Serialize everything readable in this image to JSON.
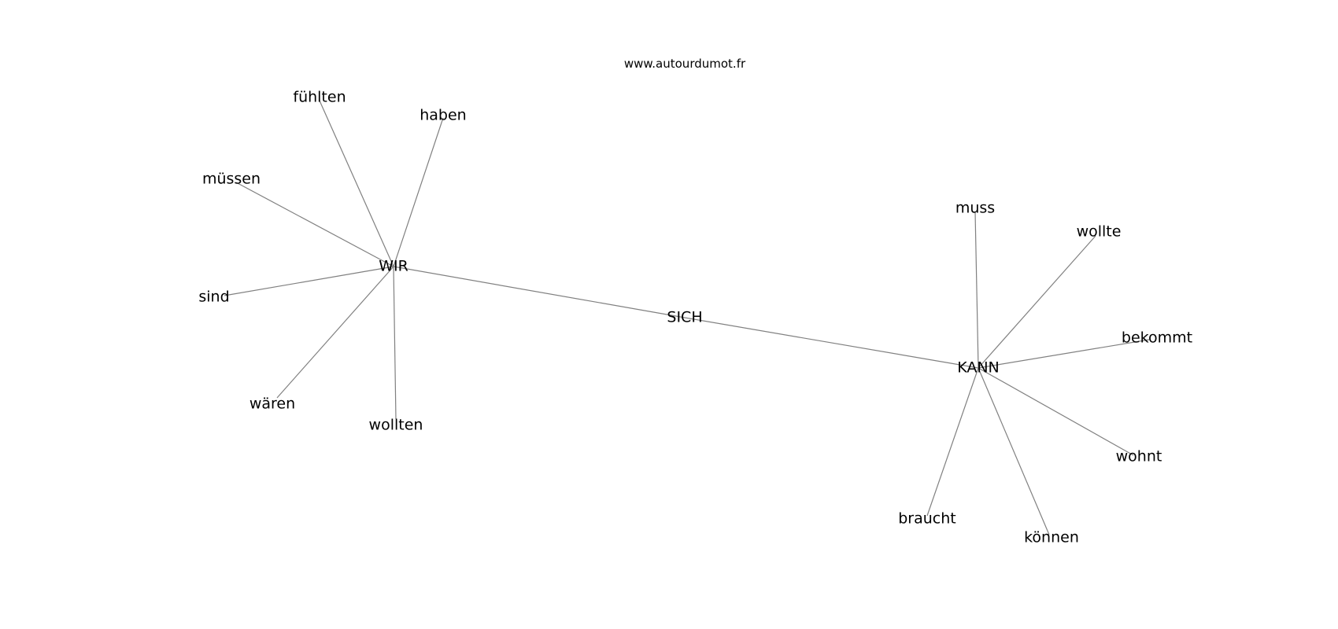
{
  "watermark": "www.autourdumot.fr",
  "graph": {
    "nodes": [
      {
        "id": "sich",
        "label": "SICH"
      },
      {
        "id": "wir",
        "label": "WIR"
      },
      {
        "id": "kann",
        "label": "KANN"
      },
      {
        "id": "fuehlten",
        "label": "fühlten"
      },
      {
        "id": "haben",
        "label": "haben"
      },
      {
        "id": "muessen",
        "label": "müssen"
      },
      {
        "id": "sind",
        "label": "sind"
      },
      {
        "id": "waeren",
        "label": "wären"
      },
      {
        "id": "wollten",
        "label": "wollten"
      },
      {
        "id": "muss",
        "label": "muss"
      },
      {
        "id": "wollte",
        "label": "wollte"
      },
      {
        "id": "bekommt",
        "label": "bekommt"
      },
      {
        "id": "wohnt",
        "label": "wohnt"
      },
      {
        "id": "braucht",
        "label": "braucht"
      },
      {
        "id": "koennen",
        "label": "können"
      }
    ],
    "edges": [
      [
        "wir",
        "sich"
      ],
      [
        "sich",
        "kann"
      ],
      [
        "wir",
        "fuehlten"
      ],
      [
        "wir",
        "haben"
      ],
      [
        "wir",
        "muessen"
      ],
      [
        "wir",
        "sind"
      ],
      [
        "wir",
        "waeren"
      ],
      [
        "wir",
        "wollten"
      ],
      [
        "kann",
        "muss"
      ],
      [
        "kann",
        "wollte"
      ],
      [
        "kann",
        "bekommt"
      ],
      [
        "kann",
        "wohnt"
      ],
      [
        "kann",
        "braucht"
      ],
      [
        "kann",
        "koennen"
      ]
    ]
  }
}
